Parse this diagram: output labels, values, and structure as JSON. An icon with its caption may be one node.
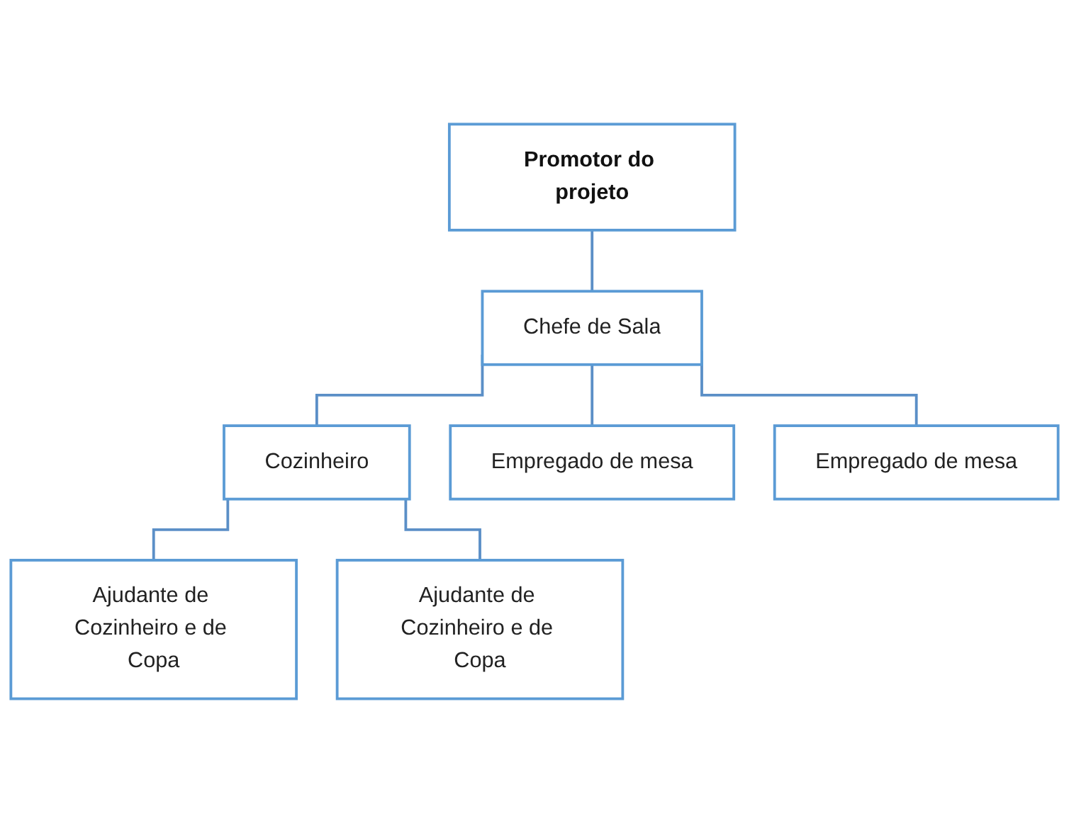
{
  "diagram": {
    "nodes": [
      {
        "text": [
          "Promotor do projeto"
        ]
      },
      {
        "text": [
          "Chefe de Sala"
        ]
      },
      {
        "text": [
          "Cozinheiro"
        ]
      },
      {
        "text": [
          "Empregado de mesa"
        ]
      },
      {
        "text": [
          "Empregado de mesa"
        ]
      },
      {
        "text": [
          "Ajudante de Cozinheiro e de Copa"
        ]
      },
      {
        "text": [
          "Ajudante de Cozinheiro e de Copa"
        ]
      }
    ],
    "edges": [
      {
        "from": 0,
        "to": 1,
        "arrow": "none"
      },
      {
        "from": 1,
        "to": 2,
        "arrow": "none"
      },
      {
        "from": 1,
        "to": 3,
        "arrow": "none"
      },
      {
        "from": 1,
        "to": 4,
        "arrow": "none"
      },
      {
        "from": 2,
        "to": 5,
        "arrow": "none"
      },
      {
        "from": 2,
        "to": 6,
        "arrow": "none"
      }
    ]
  }
}
